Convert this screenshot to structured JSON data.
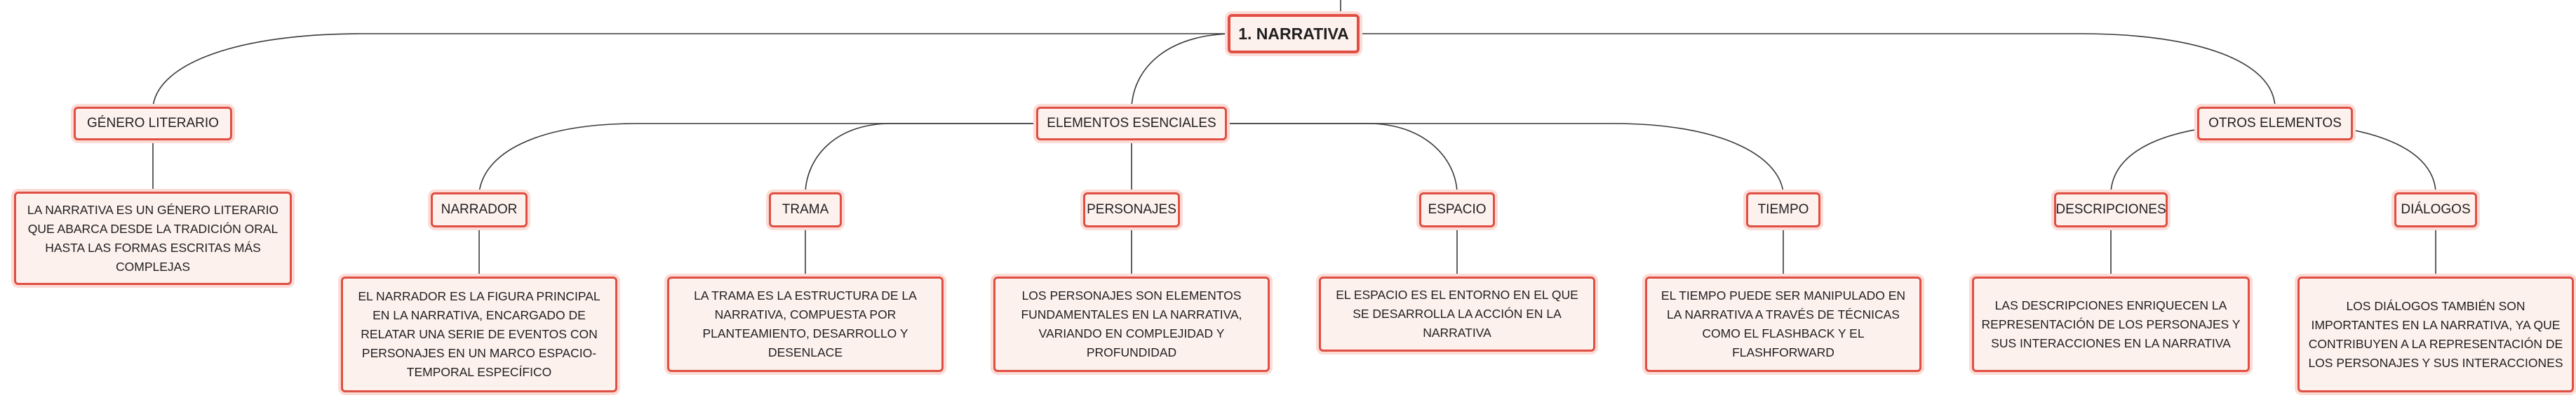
{
  "root": {
    "label": "1. NARRATIVA"
  },
  "genero": {
    "label": "GÉNERO LITERARIO",
    "description": "LA NARRATIVA ES UN GÉNERO LITERARIO QUE ABARCA DESDE LA TRADICIÓN ORAL HASTA LAS FORMAS ESCRITAS MÁS COMPLEJAS"
  },
  "elementos": {
    "label": "ELEMENTOS ESENCIALES",
    "narrador": {
      "label": "NARRADOR",
      "description": "EL NARRADOR ES LA FIGURA PRINCIPAL EN LA NARRATIVA, ENCARGADO DE RELATAR UNA SERIE DE EVENTOS CON PERSONAJES EN UN MARCO ESPACIO-TEMPORAL ESPECÍFICO"
    },
    "trama": {
      "label": "TRAMA",
      "description": "LA TRAMA ES LA ESTRUCTURA DE LA NARRATIVA, COMPUESTA POR PLANTEAMIENTO, DESARROLLO Y DESENLACE"
    },
    "personajes": {
      "label": "PERSONAJES",
      "description": "LOS PERSONAJES SON ELEMENTOS FUNDAMENTALES EN LA NARRATIVA, VARIANDO EN COMPLEJIDAD Y PROFUNDIDAD"
    },
    "espacio": {
      "label": "ESPACIO",
      "description": "EL ESPACIO ES EL ENTORNO EN EL QUE SE DESARROLLA LA ACCIÓN EN LA NARRATIVA"
    },
    "tiempo": {
      "label": "TIEMPO",
      "description": "EL TIEMPO PUEDE SER MANIPULADO EN LA NARRATIVA A TRAVÉS DE TÉCNICAS COMO EL FLASHBACK Y EL FLASHFORWARD"
    }
  },
  "otros": {
    "label": "OTROS ELEMENTOS",
    "descripciones": {
      "label": "DESCRIPCIONES",
      "description": "LAS DESCRIPCIONES ENRIQUECEN LA REPRESENTACIÓN DE LOS PERSONAJES Y SUS INTERACCIONES EN LA NARRATIVA"
    },
    "dialogos": {
      "label": "DIÁLOGOS",
      "description": "LOS DIÁLOGOS TAMBIÉN SON IMPORTANTES EN LA NARRATIVA, YA QUE CONTRIBUYEN A LA REPRESENTACIÓN DE LOS PERSONAJES Y SUS INTERACCIONES"
    }
  },
  "colors": {
    "border": "#e04f43",
    "fill": "#fdf1ee",
    "line": "#3a3a3a"
  }
}
